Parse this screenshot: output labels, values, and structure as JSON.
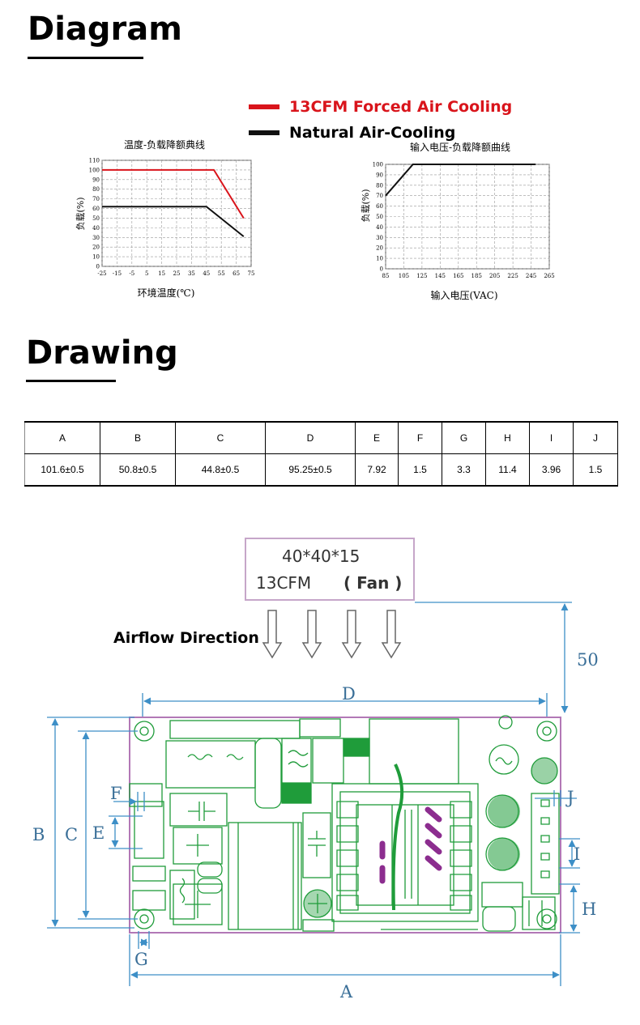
{
  "sections": {
    "diagram_title": "Diagram",
    "drawing_title": "Drawing"
  },
  "legend": [
    {
      "label": "13CFM Forced Air Cooling",
      "color": "#d9141b"
    },
    {
      "label": "Natural Air-Cooling",
      "color": "#111111"
    }
  ],
  "chart_data": [
    {
      "type": "line",
      "title": "温度-负载降额典线",
      "xlabel": "环境温度(℃)",
      "ylabel": "负载(%)",
      "xticks": [
        "-25",
        "-15",
        "-5",
        "5",
        "15",
        "25",
        "35",
        "45",
        "55",
        "65",
        "75"
      ],
      "yticks": [
        "0",
        "10",
        "20",
        "30",
        "40",
        "50",
        "60",
        "70",
        "80",
        "90",
        "100",
        "110"
      ],
      "xlim": [
        -25,
        75
      ],
      "ylim": [
        0,
        110
      ],
      "series": [
        {
          "color": "#d9141b",
          "points": [
            [
              -25,
              100
            ],
            [
              50,
              100
            ],
            [
              70,
              50
            ]
          ]
        },
        {
          "color": "#111111",
          "points": [
            [
              -25,
              62
            ],
            [
              45,
              62
            ],
            [
              70,
              31
            ]
          ]
        }
      ]
    },
    {
      "type": "line",
      "title": "输入电压-负载降额曲线",
      "xlabel": "输入电压(VAC)",
      "ylabel": "负载(%)",
      "xticks": [
        "85",
        "105",
        "125",
        "145",
        "165",
        "185",
        "205",
        "225",
        "245",
        "265"
      ],
      "yticks": [
        "0",
        "10",
        "20",
        "30",
        "40",
        "50",
        "60",
        "70",
        "80",
        "90",
        "100"
      ],
      "xlim": [
        85,
        265
      ],
      "ylim": [
        0,
        100
      ],
      "series": [
        {
          "color": "#111111",
          "points": [
            [
              85,
              70
            ],
            [
              115,
              100
            ],
            [
              250,
              100
            ]
          ]
        }
      ]
    }
  ],
  "dimensions_table": {
    "headers": [
      "A",
      "B",
      "C",
      "D",
      "E",
      "F",
      "G",
      "H",
      "I",
      "J"
    ],
    "values": [
      "101.6±0.5",
      "50.8±0.5",
      "44.8±0.5",
      "95.25±0.5",
      "7.92",
      "1.5",
      "3.3",
      "11.4",
      "3.96",
      "1.5"
    ]
  },
  "fan": {
    "size": "40*40*15",
    "spec": "13CFM",
    "type": "( Fan )"
  },
  "airflow_label": "Airflow Direction",
  "fan_clearance": "50",
  "drawing_labels": {
    "A": "A",
    "B": "B",
    "C": "C",
    "D": "D",
    "E": "E",
    "F": "F",
    "G": "G",
    "H": "H",
    "I": "I",
    "J": "J"
  },
  "colors": {
    "pcb_line": "#1f9c3a",
    "pcb_border": "#b278b6",
    "dimension_line": "#3d8fc7",
    "component_purple": "#8c2d8f"
  }
}
